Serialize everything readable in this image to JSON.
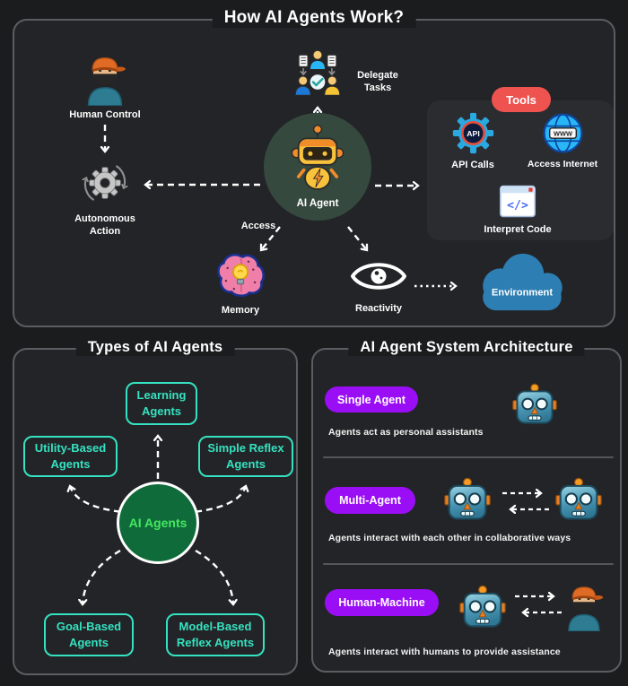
{
  "infographic": {
    "top": {
      "title": "How AI Agents Work?",
      "labels": {
        "human_control": "Human Control",
        "autonomous_action": "Autonomous Action",
        "delegate_tasks": "Delegate Tasks",
        "ai_agent": "AI Agent",
        "access": "Access",
        "memory": "Memory",
        "reactivity": "Reactivity",
        "environment": "Environment"
      },
      "tools": {
        "badge": "Tools",
        "api_calls": "API Calls",
        "access_internet": "Access Internet",
        "interpret_code": "Interpret Code",
        "api_glyph": "API",
        "www_glyph": "WWW",
        "code_glyph": "</>"
      }
    },
    "types": {
      "title": "Types of AI Agents",
      "center": "AI Agents",
      "learning": "Learning Agents",
      "utility": "Utility-Based Agents",
      "simple_reflex": "Simple Reflex Agents",
      "goal": "Goal-Based Agents",
      "model_reflex": "Model-Based Reflex Agents"
    },
    "architecture": {
      "title": "AI Agent System Architecture",
      "sections": [
        {
          "badge": "Single Agent",
          "description": "Agents act as personal assistants"
        },
        {
          "badge": "Multi-Agent",
          "description": "Agents interact with each other in collaborative ways"
        },
        {
          "badge": "Human-Machine",
          "description": "Agents interact with humans to provide assistance"
        }
      ]
    },
    "colors": {
      "accent_teal": "#35e2c1",
      "accent_green": "#45e860",
      "accent_purple": "#9a0ef5",
      "accent_red": "#ef5350",
      "cloud_blue": "#2d7eb3",
      "agent_circle_dark_green": "#35493f",
      "agents_circle_green": "#0f6b3a"
    }
  }
}
